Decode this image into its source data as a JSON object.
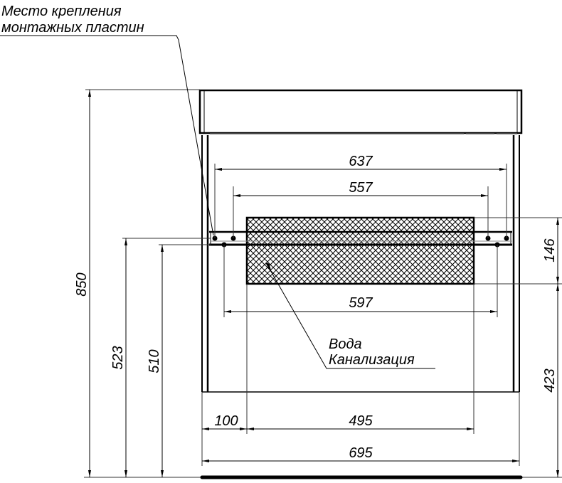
{
  "annotations": {
    "mounting_plates_line1": "Место крепления",
    "mounting_plates_line2": "монтажных пластин",
    "water": "Вода",
    "sewage": "Канализация"
  },
  "dimensions": {
    "overall_height": "850",
    "plate_height_upper": "523",
    "plate_height_lower": "510",
    "connection_zone_height": "146",
    "connection_zone_bottom": "423",
    "plates_outer_width": "637",
    "plates_inner_width": "557",
    "lower_plates_width": "597",
    "left_offset": "100",
    "connection_zone_width": "495",
    "overall_width": "695"
  },
  "colors": {
    "line": "#000000",
    "thin_line": "#333333",
    "background": "#ffffff"
  }
}
